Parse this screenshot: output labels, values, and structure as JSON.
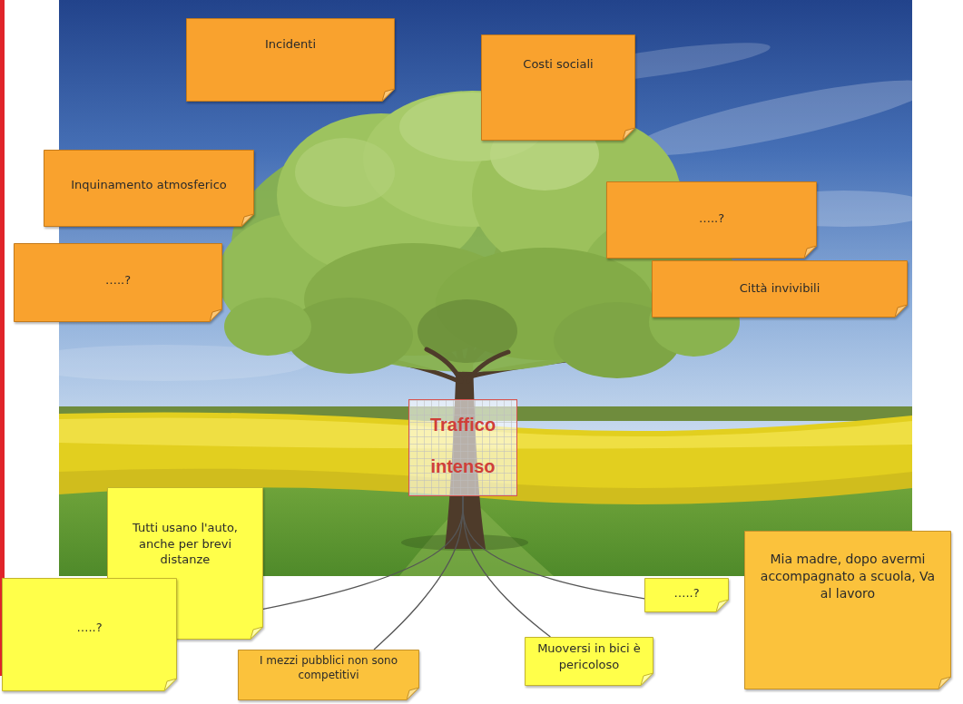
{
  "diagram": {
    "nodes": [
      {
        "text": [
          "Incidenti"
        ]
      },
      {
        "text": [
          "Costi sociali"
        ]
      },
      {
        "text": [
          "Inquinamento atmosferico"
        ]
      },
      {
        "text": [
          "…..?"
        ]
      },
      {
        "text": [
          "…..?"
        ]
      },
      {
        "text": [
          "Città invivibili"
        ]
      },
      {
        "text": [
          "Traffico intenso"
        ]
      },
      {
        "text": [
          "Tutti usano l'auto, anche per brevi distanze"
        ]
      },
      {
        "text": [
          "…..?"
        ]
      },
      {
        "text": [
          "I mezzi pubblici non sono competitivi"
        ]
      },
      {
        "text": [
          "Muoversi in bici è pericoloso"
        ]
      },
      {
        "text": [
          "…..?"
        ]
      },
      {
        "text": [
          "Mia madre, dopo avermi accompagnato a scuola, Va al lavoro"
        ]
      }
    ],
    "edges": [
      {
        "from": 6,
        "to": 7,
        "arrow": "none"
      },
      {
        "from": 6,
        "to": 9,
        "arrow": "none"
      },
      {
        "from": 6,
        "to": 10,
        "arrow": "none"
      },
      {
        "from": 6,
        "to": 11,
        "arrow": "none"
      }
    ]
  }
}
